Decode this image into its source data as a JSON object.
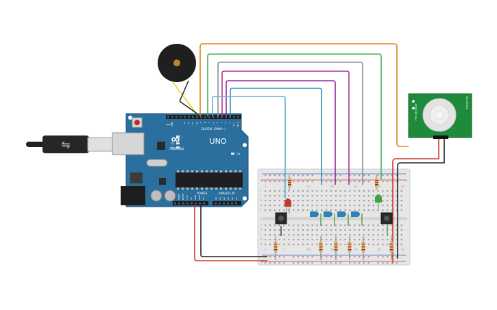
{
  "arduino": {
    "brand": "ARDUINO",
    "model": "UNO",
    "header_digital": "DIGITAL (PWM~)",
    "header_power": "POWER",
    "header_analog": "ANALOG IN",
    "led_l": "L",
    "led_tx": "TX",
    "led_rx": "RX",
    "led_on": "ON",
    "aref": "AREF",
    "gnd": "GND",
    "digital_pins": [
      "13",
      "12",
      "~11",
      "~10",
      "~9",
      "8",
      "7",
      "~6",
      "~5",
      "4",
      "~3",
      "2",
      "TX 1",
      "RX 0"
    ],
    "power_pins": [
      "IOREF",
      "RESET",
      "3.3V",
      "5V",
      "GND",
      "GND",
      "Vin"
    ],
    "analog_pins": [
      "A0",
      "A1",
      "A2",
      "A3",
      "A4",
      "A5"
    ]
  },
  "breadboard": {
    "rail_plus": "+",
    "rail_minus": "-",
    "cols": [
      "1",
      "5",
      "10",
      "15",
      "20",
      "25",
      "30"
    ],
    "rows_top": [
      "j",
      "i",
      "h",
      "g",
      "f"
    ],
    "rows_bottom": [
      "e",
      "d",
      "c",
      "b",
      "a"
    ]
  },
  "pir_sensor": {
    "label_left": "PIR SENSOR",
    "label_right": "HC-SR501"
  },
  "colors": {
    "wire_orange": "#e07f1a",
    "wire_green": "#4caf50",
    "wire_gray": "#8a8f94",
    "wire_purple": "#8e2a9e",
    "wire_magenta": "#b0358f",
    "wire_blue": "#2a8fb8",
    "wire_lightblue": "#5ab4d6",
    "wire_red": "#d63a2a",
    "wire_black": "#222222",
    "wire_yellow": "#e8d21c",
    "board_blue": "#2b6f9e",
    "pir_green": "#1e8a3c"
  }
}
